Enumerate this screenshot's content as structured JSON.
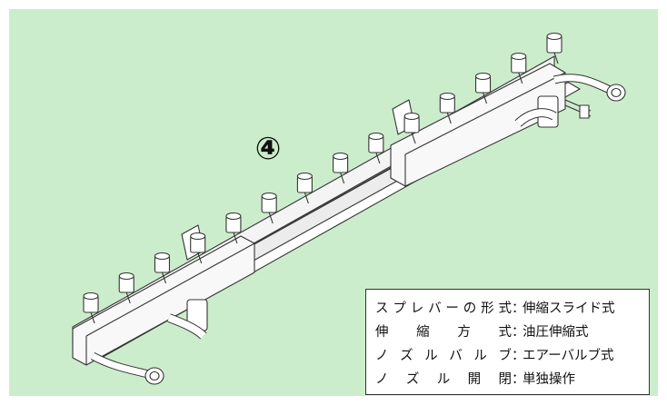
{
  "figure": {
    "marker": "④",
    "specs": [
      {
        "key": "スプレバーの形式",
        "sep": "：",
        "value": "伸縮スライド式"
      },
      {
        "key": "伸　縮　方　式",
        "sep": "：",
        "value": "油圧伸縮式"
      },
      {
        "key": "ノ ズ ル バ ル ブ",
        "sep": "：",
        "value": "エアーバルブ式"
      },
      {
        "key": "ノ　ズ　ル　開　閉",
        "sep": "：",
        "value": "単独操作"
      }
    ]
  },
  "colors": {
    "background": "#ccedcc",
    "line": "#333333",
    "box": "#ffffff"
  }
}
